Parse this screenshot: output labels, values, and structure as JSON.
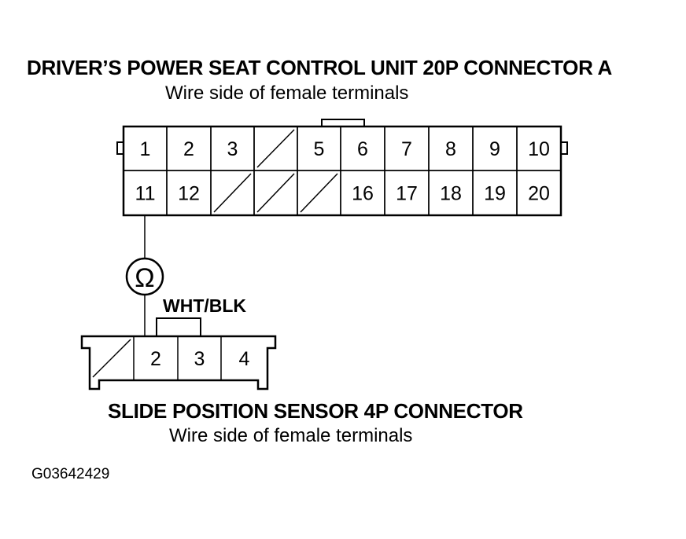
{
  "connector_a": {
    "title": "DRIVER’S POWER SEAT CONTROL UNIT 20P CONNECTOR A",
    "subtitle": "Wire side of female terminals",
    "rows": [
      [
        "1",
        "2",
        "3",
        "",
        "5",
        "6",
        "7",
        "8",
        "9",
        "10"
      ],
      [
        "11",
        "12",
        "",
        "",
        "",
        "16",
        "17",
        "18",
        "19",
        "20"
      ]
    ],
    "empty_cells": [
      [
        0,
        3
      ],
      [
        1,
        2
      ],
      [
        1,
        3
      ],
      [
        1,
        4
      ]
    ]
  },
  "meter": {
    "symbol": "Ω",
    "icon": "ohm-meter-icon"
  },
  "wire_label": "WHT/BLK",
  "connector_b": {
    "title": "SLIDE POSITION SENSOR 4P CONNECTOR",
    "subtitle": "Wire side of female terminals",
    "cells": [
      "",
      "2",
      "3",
      "4"
    ]
  },
  "figure_code": "G03642429"
}
